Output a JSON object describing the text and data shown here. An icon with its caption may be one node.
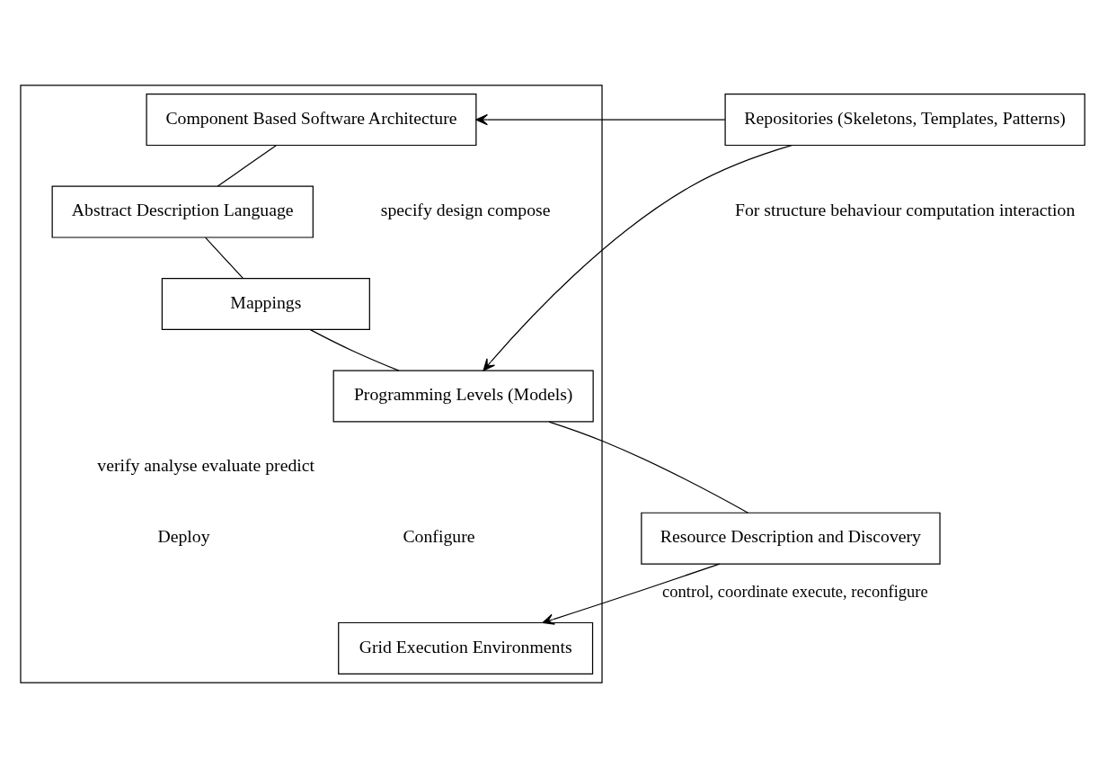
{
  "diagram": {
    "nodes": [
      {
        "text": [],
        "shape": "box"
      },
      {
        "text": [
          "Component Based Software Architecture"
        ],
        "in": 0
      },
      {
        "text": [
          "Abstract Description Language"
        ],
        "in": 0
      },
      {
        "text": [
          "Mappings"
        ],
        "in": 0
      },
      {
        "text": [
          "Programming Levels (Models)"
        ],
        "in": 0
      },
      {
        "text": [
          "Grid Execution Environments"
        ],
        "in": 0
      },
      {
        "text": [
          "Repositories (Skeletons, Templates, Patterns)"
        ]
      },
      {
        "text": [
          "Resource Description and Discovery"
        ]
      }
    ],
    "edges": [
      {
        "from": 1,
        "to": 2,
        "arrow": "none"
      },
      {
        "from": 2,
        "to": 3,
        "arrow": "none"
      },
      {
        "from": 3,
        "to": 4,
        "arrow": "none"
      },
      {
        "from": 6,
        "to": 1,
        "arrow": "to"
      },
      {
        "from": 6,
        "to": 4,
        "arrow": "to"
      },
      {
        "from": 4,
        "to": 7,
        "arrow": "none"
      },
      {
        "from": 7,
        "to": 5,
        "arrow": "to",
        "label": "control, coordinate execute, reconfigure"
      }
    ],
    "labels": [
      "specify design compose",
      "For structure behaviour computation interaction",
      "verify analyse evaluate predict",
      "Deploy",
      "Configure"
    ]
  }
}
